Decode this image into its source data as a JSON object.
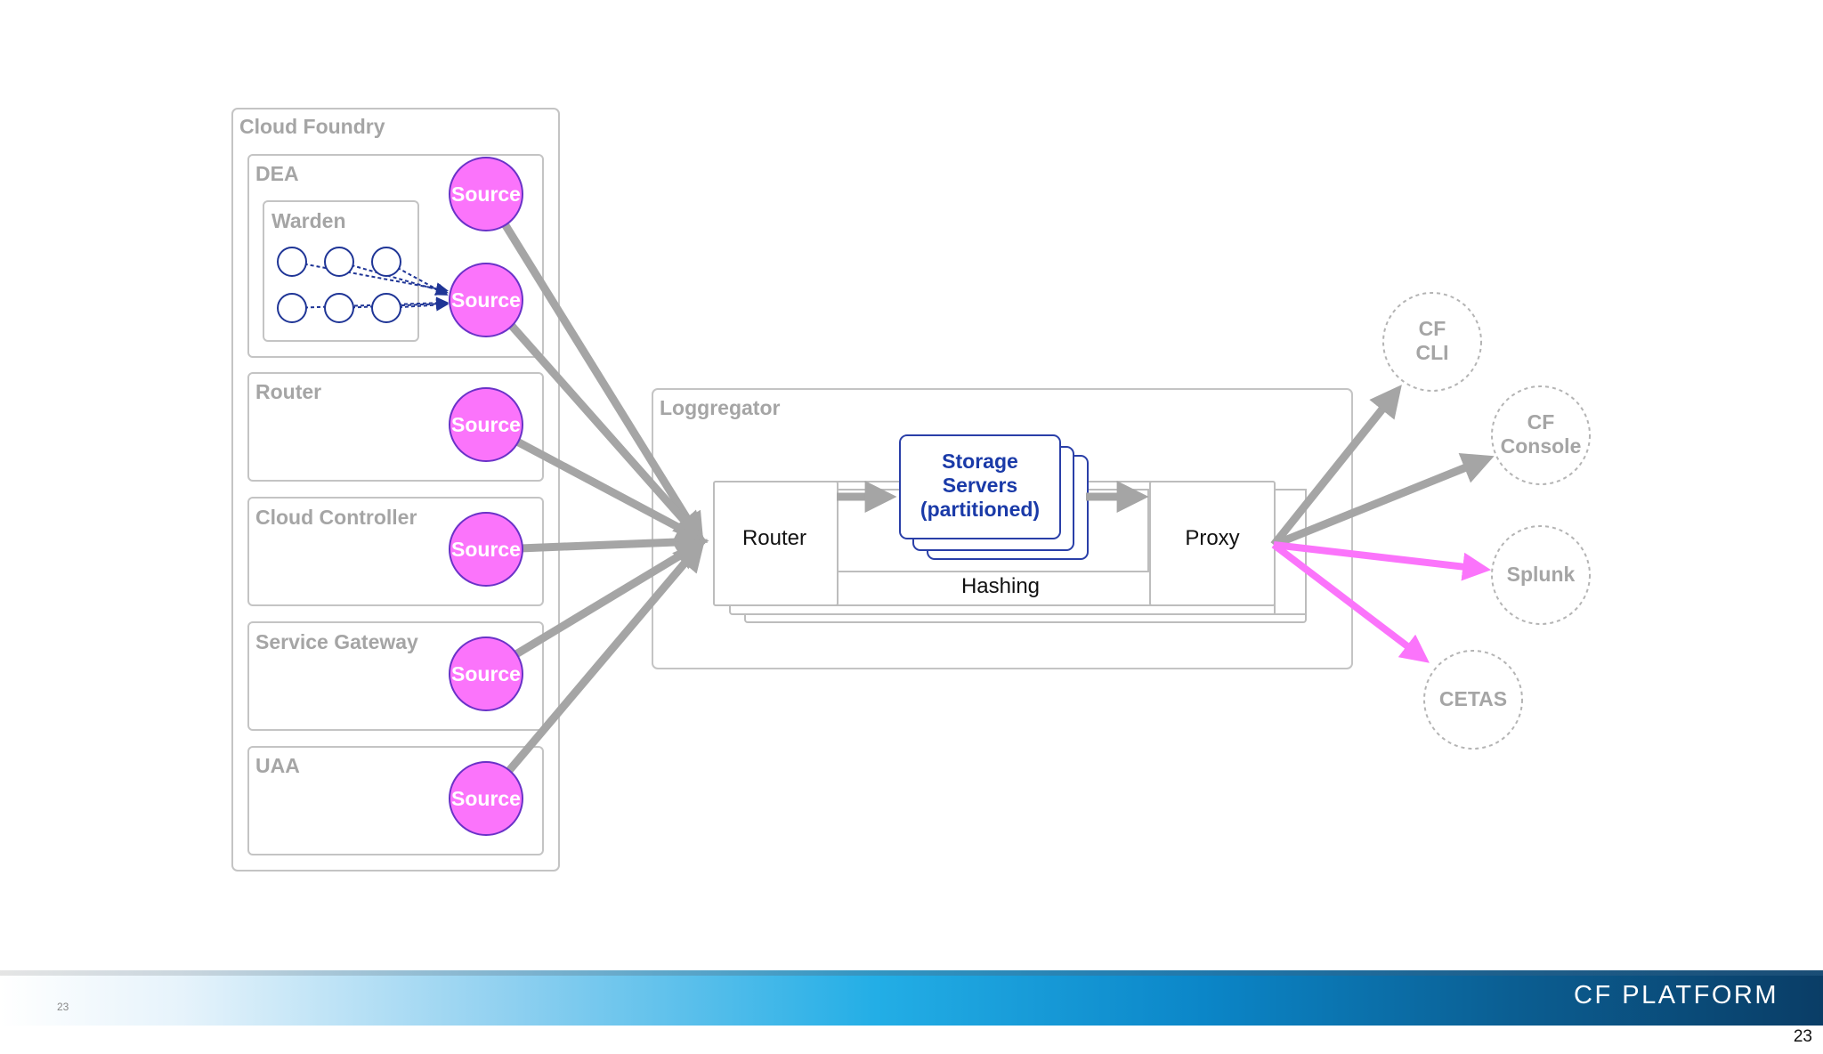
{
  "cloud_foundry": {
    "title": "Cloud Foundry",
    "components": [
      "DEA",
      "Router",
      "Cloud Controller",
      "Service Gateway",
      "UAA"
    ],
    "warden_label": "Warden",
    "source_label": "Source"
  },
  "loggregator": {
    "title": "Loggregator",
    "router_label": "Router",
    "storage_lines": [
      "Storage",
      "Servers",
      "(partitioned)"
    ],
    "hashing_label": "Hashing",
    "proxy_label": "Proxy"
  },
  "consumers": {
    "cf_cli": [
      "CF",
      "CLI"
    ],
    "cf_console": [
      "CF",
      "Console"
    ],
    "splunk": [
      "Splunk"
    ],
    "cetas": [
      "CETAS"
    ]
  },
  "footer": {
    "brand": "CF PLATFORM",
    "small_page_number": "23",
    "page_number": "23"
  },
  "colors": {
    "source_fill": "#fb74fb",
    "source_stroke": "#6a32c8",
    "arrow_gray": "#a5a5a5",
    "arrow_pink": "#fb74fb",
    "storage_stroke": "#2a3fa8",
    "container_stroke": "#bdbdbd"
  }
}
